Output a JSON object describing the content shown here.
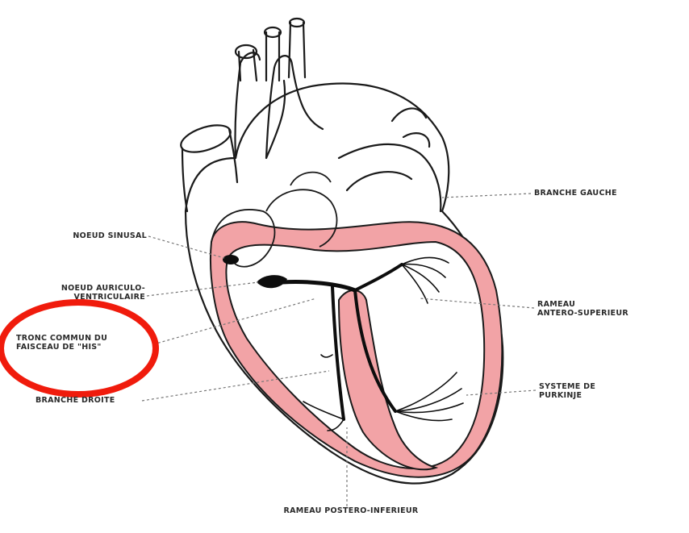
{
  "labels": {
    "noeud_sinusal": "NOEUD SINUSAL",
    "noeud_av_line1": "NOEUD AURICULO-",
    "noeud_av_line2": "VENTRICULAIRE",
    "tronc_line1": "TRONC COMMUN DU",
    "tronc_line2": "FAISCEAU DE \"HIS\"",
    "branche_droite": "BRANCHE DROITE",
    "branche_gauche": "BRANCHE GAUCHE",
    "rameau_ant_line1": "RAMEAU",
    "rameau_ant_line2": "ANTERO-SUPERIEUR",
    "purkinje_line1": "SYSTEME DE",
    "purkinje_line2": "PURKINJE",
    "rameau_post": "RAMEAU POSTERO-INFERIEUR"
  },
  "colors": {
    "myocardium": "#f2a3a6",
    "outline": "#1a1a1a",
    "conduction": "#0d0d0d",
    "highlight": "#f01b0c",
    "leader": "#777777"
  }
}
